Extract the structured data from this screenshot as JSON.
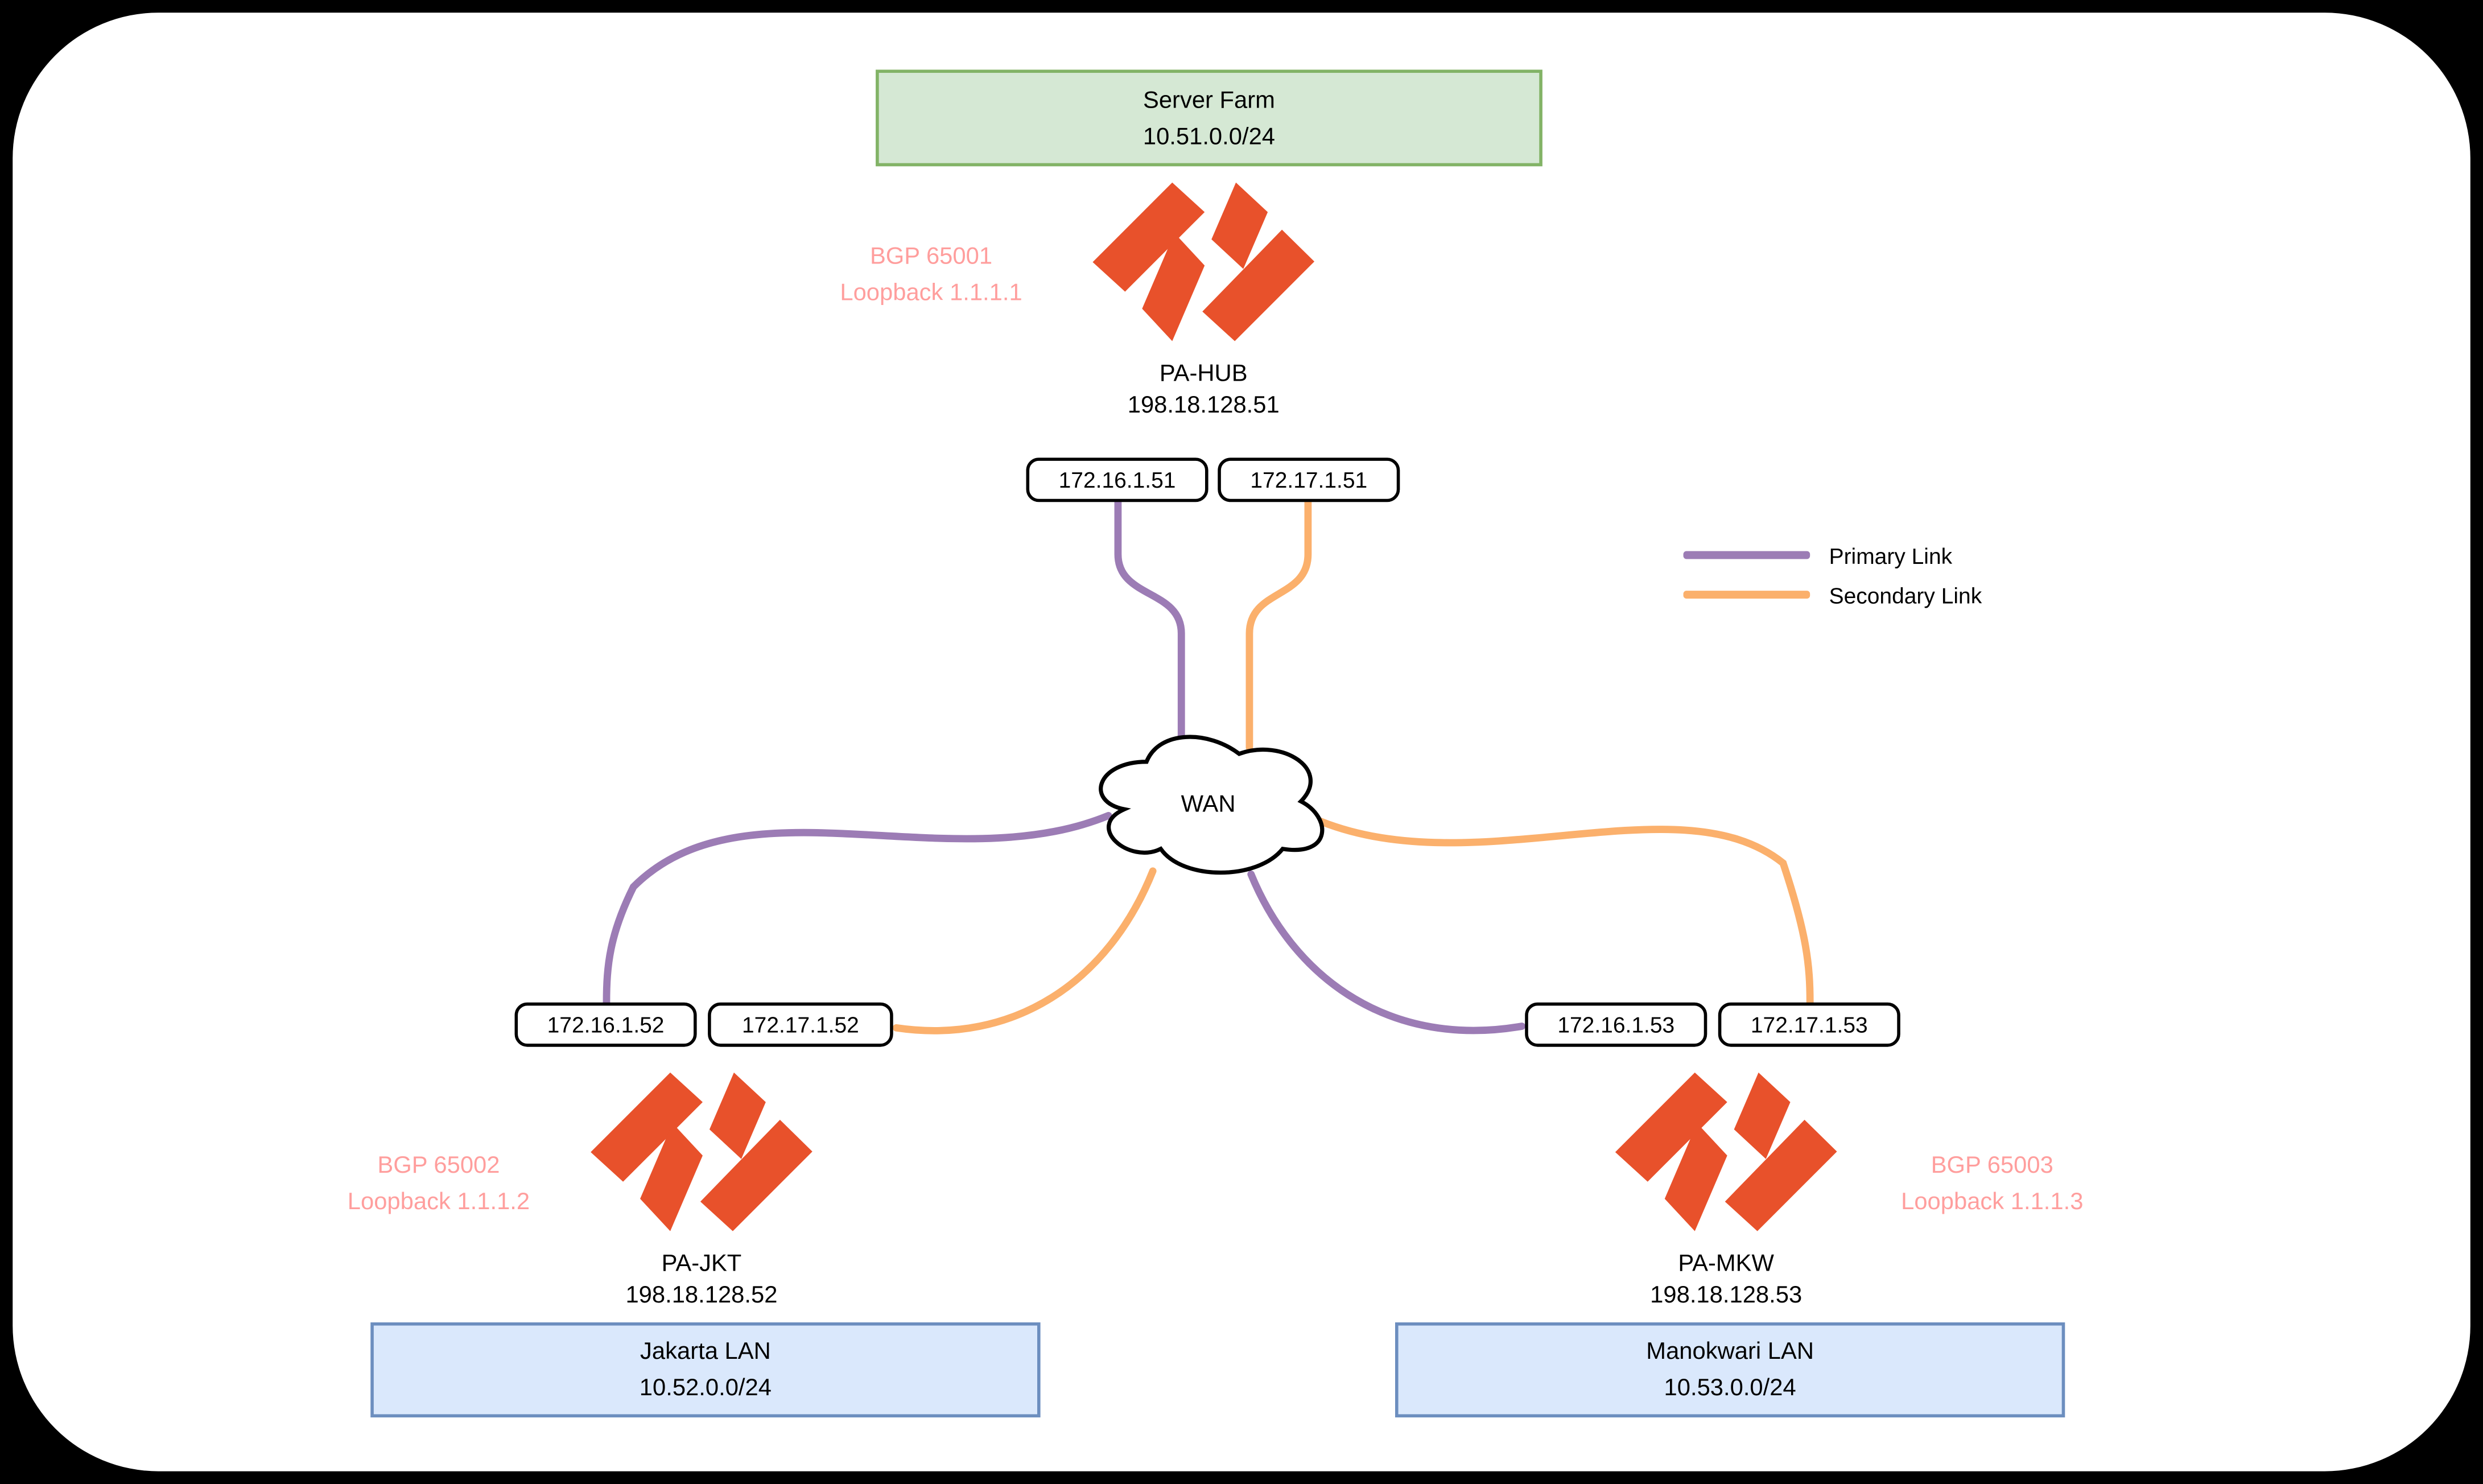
{
  "colors": {
    "primary-link": "#9C7CB5",
    "secondary-link": "#FBB06C",
    "bgp-pink": "#FF9E9D",
    "pan-orange": "#E8512B",
    "server-farm-fill": "#D5E8D4",
    "server-farm-border": "#82B366",
    "lan-fill": "#DAE8FC",
    "lan-border": "#6C8EBF"
  },
  "icons": {
    "firewall": "palo-alto-networks-mark",
    "wan": "cloud-shape"
  },
  "legend": {
    "items": [
      {
        "label": "Primary Link",
        "color": "#9C7CB5"
      },
      {
        "label": "Secondary Link",
        "color": "#FBB06C"
      }
    ]
  },
  "server_farm": {
    "title": "Server Farm",
    "subnet": "10.51.0.0/24"
  },
  "wan": {
    "label": "WAN"
  },
  "nodes": [
    {
      "name": "PA-HUB",
      "mgmt_ip": "198.18.128.51",
      "bgp": "BGP 65001",
      "loopback": "Loopback 1.1.1.1",
      "interfaces": [
        "172.16.1.51",
        "172.17.1.51"
      ]
    },
    {
      "name": "PA-JKT",
      "mgmt_ip": "198.18.128.52",
      "bgp": "BGP 65002",
      "loopback": "Loopback 1.1.1.2",
      "interfaces": [
        "172.16.1.52",
        "172.17.1.52"
      ],
      "lan": {
        "title": "Jakarta LAN",
        "subnet": "10.52.0.0/24"
      }
    },
    {
      "name": "PA-MKW",
      "mgmt_ip": "198.18.128.53",
      "bgp": "BGP 65003",
      "loopback": "Loopback 1.1.1.3",
      "interfaces": [
        "172.16.1.53",
        "172.17.1.53"
      ],
      "lan": {
        "title": "Manokwari LAN",
        "subnet": "10.53.0.0/24"
      }
    }
  ]
}
